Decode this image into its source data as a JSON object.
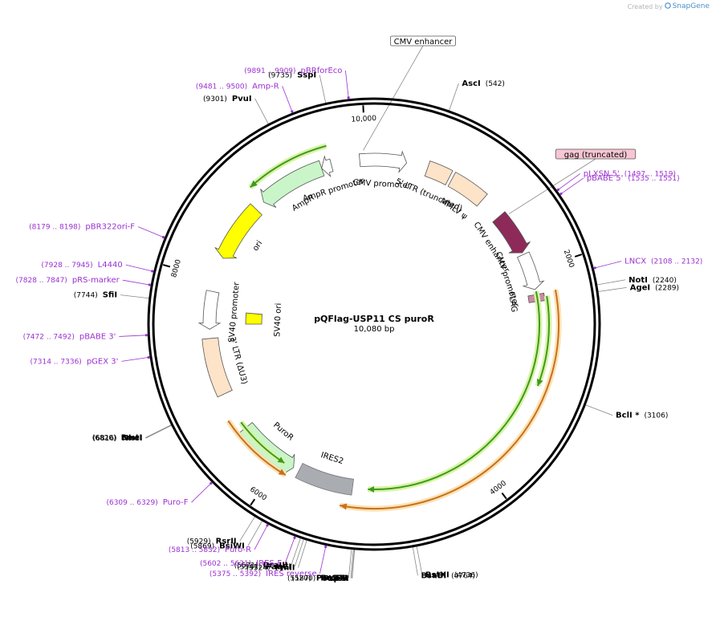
{
  "credit": {
    "created_by": "Created by",
    "brand": "SnapGene"
  },
  "plasmid": {
    "name": "pQFlag-USP11 CS puroR",
    "size_label": "10,080 bp",
    "length": 10080
  },
  "ticks": [
    {
      "bp": 2000,
      "label": "2000"
    },
    {
      "bp": 4000,
      "label": "4000"
    },
    {
      "bp": 6000,
      "label": "6000"
    },
    {
      "bp": 8000,
      "label": "8000"
    },
    {
      "bp": 10000,
      "label": "10,000"
    }
  ],
  "sites": [
    {
      "name": "AscI",
      "pos": "(542)",
      "bp": 542,
      "side": "R"
    },
    {
      "name": "NotI",
      "pos": "(2240)",
      "bp": 2240,
      "side": "R"
    },
    {
      "name": "AgeI",
      "pos": "(2289)",
      "bp": 2289,
      "side": "R"
    },
    {
      "name": "BclI *",
      "pos": "(3106)",
      "bp": 3106,
      "side": "R"
    },
    {
      "name": "BstXI",
      "pos": "(4736)",
      "bp": 4736,
      "side": "R"
    },
    {
      "name": "BsaBI",
      "pos": "(4764)",
      "bp": 4764,
      "side": "R"
    },
    {
      "name": "XhoI",
      "pos": "",
      "bp": 5178,
      "side": "L"
    },
    {
      "name": "PspXI",
      "pos": "",
      "bp": 5180,
      "side": "L"
    },
    {
      "name": "PaeR7I",
      "pos": "(5187)",
      "bp": 5187,
      "side": "L"
    },
    {
      "name": "EcoRI",
      "pos": "(5200)",
      "bp": 5200,
      "side": "L"
    },
    {
      "name": "PmlI",
      "pos": "(5524)",
      "bp": 5524,
      "side": "L"
    },
    {
      "name": "PaqCI",
      "pos": "(5547)",
      "bp": 5547,
      "side": "L"
    },
    {
      "name": "DraIII",
      "pos": "(5571)",
      "bp": 5571,
      "side": "L"
    },
    {
      "name": "BsiWI",
      "pos": "(5869)",
      "bp": 5869,
      "side": "L"
    },
    {
      "name": "RsrII",
      "pos": "(5929)",
      "bp": 5929,
      "side": "L"
    },
    {
      "name": "NheI",
      "pos": "(6816)",
      "bp": 6816,
      "side": "L"
    },
    {
      "name": "BmtI",
      "pos": "(6820)",
      "bp": 6820,
      "side": "L"
    },
    {
      "name": "SfiI",
      "pos": "(7744)",
      "bp": 7744,
      "side": "L"
    },
    {
      "name": "PvuI",
      "pos": "(9301)",
      "bp": 9301,
      "side": "L"
    },
    {
      "name": "SspI",
      "pos": "(9735)",
      "bp": 9735,
      "side": "L"
    }
  ],
  "primers": [
    {
      "name": "pBRforEco",
      "range": "(9891 .. 9909)",
      "bp": 9900,
      "side": "L"
    },
    {
      "name": "Amp-R",
      "range": "(9481 .. 9500)",
      "bp": 9490,
      "side": "L"
    },
    {
      "name": "pBR322ori-F",
      "range": "(8179 .. 8198)",
      "bp": 8188,
      "side": "L"
    },
    {
      "name": "L4440",
      "range": "(7928 .. 7945)",
      "bp": 7936,
      "side": "L"
    },
    {
      "name": "pRS-marker",
      "range": "(7828 .. 7847)",
      "bp": 7838,
      "side": "L"
    },
    {
      "name": "pBABE 3'",
      "range": "(7472 .. 7492)",
      "bp": 7482,
      "side": "L"
    },
    {
      "name": "pGEX 3'",
      "range": "(7314 .. 7336)",
      "bp": 7325,
      "side": "L"
    },
    {
      "name": "Puro-F",
      "range": "(6309 .. 6329)",
      "bp": 6319,
      "side": "L"
    },
    {
      "name": "Puro-R",
      "range": "(5813 .. 5832)",
      "bp": 5822,
      "side": "L"
    },
    {
      "name": "IRES-F",
      "range": "(5602 .. 5621)",
      "bp": 5611,
      "side": "L"
    },
    {
      "name": "IRES reverse",
      "range": "(5375 .. 5392)",
      "bp": 5383,
      "side": "L"
    },
    {
      "name": "pLXSN 5'",
      "range": "(1497 .. 1519)",
      "bp": 1508,
      "side": "R"
    },
    {
      "name": "pBABE 5'",
      "range": "(1535 .. 1551)",
      "bp": 1543,
      "side": "R"
    },
    {
      "name": "LNCX",
      "range": "(2108 .. 2132)",
      "bp": 2120,
      "side": "R"
    }
  ],
  "boxed_labels": [
    {
      "name": "CMV enhancer",
      "style": "plain"
    },
    {
      "name": "gag (truncated)",
      "style": "pink"
    }
  ],
  "features": [
    {
      "name": "CMV promoter",
      "start": 9940,
      "end": 10400,
      "type": "promoter",
      "color": "#ffffff"
    },
    {
      "name": "5' LTR (truncated)",
      "start": 530,
      "end": 760,
      "type": "box",
      "color": "#fde3c8"
    },
    {
      "name": "MMLV ψ",
      "start": 790,
      "end": 1150,
      "type": "box",
      "color": "#fde3c8"
    },
    {
      "name": "CMV enhancer",
      "start": 1380,
      "end": 1800,
      "type": "arrow",
      "color": "#8e2a5a"
    },
    {
      "name": "CMV promoter",
      "start": 1820,
      "end": 2180,
      "type": "promoter",
      "color": "#ffffff"
    },
    {
      "name": "FLAG",
      "start": 2230,
      "end": 2300,
      "type": "box",
      "color": "#c88aa2"
    },
    {
      "name": "IRES2",
      "start": 5250,
      "end": 5800,
      "type": "box",
      "color": "#a9adb2"
    },
    {
      "name": "PuroR",
      "start": 5860,
      "end": 6470,
      "type": "arrow-ccw",
      "color": "#c9f5c8"
    },
    {
      "name": "3' LTR (ΔU3)",
      "start": 6860,
      "end": 7420,
      "type": "box",
      "color": "#fde3c8"
    },
    {
      "name": "SV40 promoter",
      "start": 7510,
      "end": 7880,
      "type": "promoter-ccw",
      "color": "#ffffff"
    },
    {
      "name": "SV40 ori",
      "start": 7560,
      "end": 7700,
      "type": "box",
      "color": "#ffff00"
    },
    {
      "name": "ori",
      "start": 8220,
      "end": 8800,
      "type": "arrow-ccw",
      "color": "#ffff00"
    },
    {
      "name": "AmpR",
      "start": 8900,
      "end": 9560,
      "type": "arrow-ccw",
      "color": "#c9f5c8"
    },
    {
      "name": "AmpR promoter",
      "start": 9560,
      "end": 9660,
      "type": "promoter-ccw",
      "color": "#ffffff"
    }
  ],
  "orf_arrows": [
    {
      "start": 5960,
      "end": 6540,
      "color": "#3d9a1e",
      "strand": "ccw",
      "track": 2
    },
    {
      "start": 5890,
      "end": 6620,
      "color": "#c9711a",
      "strand": "ccw",
      "track": 1
    },
    {
      "start": 8900,
      "end": 9660,
      "color": "#3d9a1e",
      "strand": "ccw",
      "track": 0
    },
    {
      "start": 2200,
      "end": 5100,
      "color": "#3d9a1e",
      "strand": "cw",
      "track": 2
    },
    {
      "start": 2220,
      "end": 5340,
      "color": "#c9711a",
      "strand": "cw",
      "track": 0
    },
    {
      "start": 2260,
      "end": 3100,
      "color": "#3d9a1e",
      "strand": "cw",
      "track": 1
    }
  ],
  "colors": {
    "backbone": "#000000",
    "enzyme": "#000000",
    "primer": "#9b30d0",
    "leader": "#888888"
  }
}
